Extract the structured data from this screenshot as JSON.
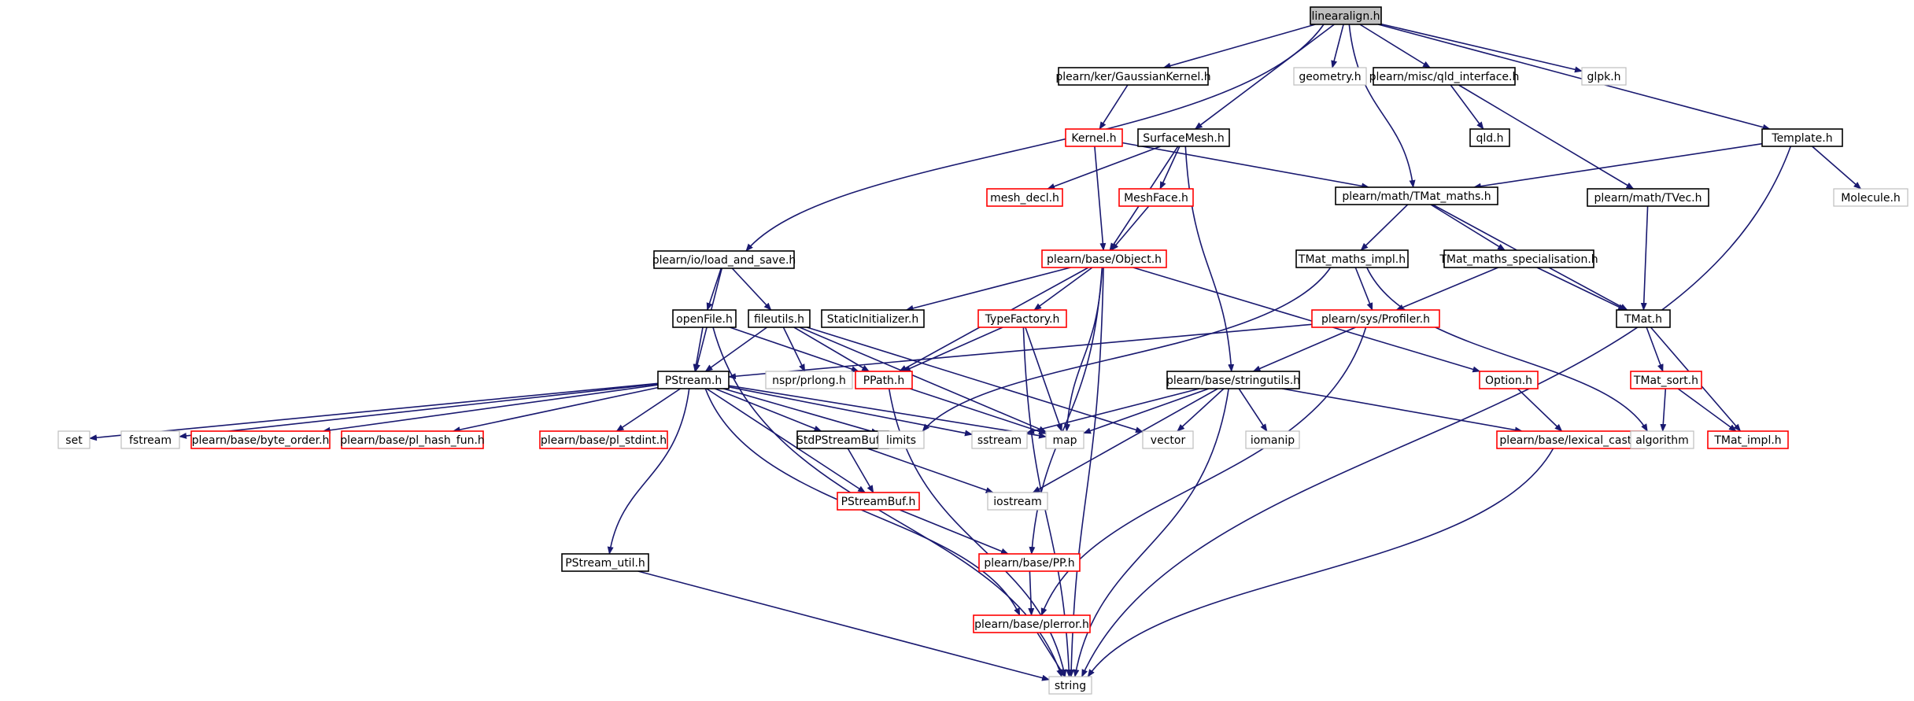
{
  "colors": {
    "edge": "#191970",
    "root_fill": "#bfbfbf",
    "normal_border": "#000000",
    "truncated_border": "#ff0000",
    "system_border": "#bfbfbf"
  },
  "nodes": [
    {
      "id": "linearalign",
      "label": "linearalign.h",
      "kind": "root"
    },
    {
      "id": "load_and_save",
      "label": "plearn/io/load_and_save.h",
      "kind": "normal"
    },
    {
      "id": "GaussianKernel",
      "label": "plearn/ker/GaussianKernel.h",
      "kind": "normal"
    },
    {
      "id": "SurfaceMesh",
      "label": "SurfaceMesh.h",
      "kind": "normal"
    },
    {
      "id": "geometry",
      "label": "geometry.h",
      "kind": "system"
    },
    {
      "id": "qld_interface",
      "label": "plearn/misc/qld_interface.h",
      "kind": "normal"
    },
    {
      "id": "glpk",
      "label": "glpk.h",
      "kind": "system"
    },
    {
      "id": "Template",
      "label": "Template.h",
      "kind": "normal"
    },
    {
      "id": "Kernel",
      "label": "Kernel.h",
      "kind": "truncated"
    },
    {
      "id": "qld",
      "label": "qld.h",
      "kind": "normal"
    },
    {
      "id": "mesh_decl",
      "label": "mesh_decl.h",
      "kind": "truncated"
    },
    {
      "id": "MeshFace",
      "label": "MeshFace.h",
      "kind": "truncated"
    },
    {
      "id": "TMat_maths",
      "label": "plearn/math/TMat_maths.h",
      "kind": "normal"
    },
    {
      "id": "TVec",
      "label": "plearn/math/TVec.h",
      "kind": "normal"
    },
    {
      "id": "Molecule",
      "label": "Molecule.h",
      "kind": "system"
    },
    {
      "id": "Object",
      "label": "plearn/base/Object.h",
      "kind": "truncated"
    },
    {
      "id": "TMat_maths_impl",
      "label": "TMat_maths_impl.h",
      "kind": "normal"
    },
    {
      "id": "TMat_maths_spec",
      "label": "TMat_maths_specialisation.h",
      "kind": "normal"
    },
    {
      "id": "openFile",
      "label": "openFile.h",
      "kind": "normal"
    },
    {
      "id": "fileutils",
      "label": "fileutils.h",
      "kind": "normal"
    },
    {
      "id": "StaticInitializer",
      "label": "StaticInitializer.h",
      "kind": "normal"
    },
    {
      "id": "TypeFactory",
      "label": "TypeFactory.h",
      "kind": "truncated"
    },
    {
      "id": "Profiler",
      "label": "plearn/sys/Profiler.h",
      "kind": "truncated"
    },
    {
      "id": "TMat",
      "label": "TMat.h",
      "kind": "normal"
    },
    {
      "id": "PStream",
      "label": "PStream.h",
      "kind": "normal"
    },
    {
      "id": "nspr_prlong",
      "label": "nspr/prlong.h",
      "kind": "system"
    },
    {
      "id": "PPath",
      "label": "PPath.h",
      "kind": "truncated"
    },
    {
      "id": "stringutils",
      "label": "plearn/base/stringutils.h",
      "kind": "normal"
    },
    {
      "id": "Option",
      "label": "Option.h",
      "kind": "truncated"
    },
    {
      "id": "TMat_sort",
      "label": "TMat_sort.h",
      "kind": "truncated"
    },
    {
      "id": "set",
      "label": "set",
      "kind": "system"
    },
    {
      "id": "fstream",
      "label": "fstream",
      "kind": "system"
    },
    {
      "id": "byte_order",
      "label": "plearn/base/byte_order.h",
      "kind": "truncated"
    },
    {
      "id": "pl_hash_fun",
      "label": "plearn/base/pl_hash_fun.h",
      "kind": "truncated"
    },
    {
      "id": "pl_stdint",
      "label": "plearn/base/pl_stdint.h",
      "kind": "truncated"
    },
    {
      "id": "StdPStreamBuf",
      "label": "StdPStreamBuf.h",
      "kind": "normal"
    },
    {
      "id": "limits",
      "label": "limits",
      "kind": "system"
    },
    {
      "id": "sstream",
      "label": "sstream",
      "kind": "system"
    },
    {
      "id": "map",
      "label": "map",
      "kind": "system"
    },
    {
      "id": "vector",
      "label": "vector",
      "kind": "system"
    },
    {
      "id": "iomanip",
      "label": "iomanip",
      "kind": "system"
    },
    {
      "id": "lexical_cast",
      "label": "plearn/base/lexical_cast.h",
      "kind": "truncated"
    },
    {
      "id": "algorithm",
      "label": "algorithm",
      "kind": "system"
    },
    {
      "id": "TMat_impl",
      "label": "TMat_impl.h",
      "kind": "truncated"
    },
    {
      "id": "iostream",
      "label": "iostream",
      "kind": "system"
    },
    {
      "id": "PStreamBuf",
      "label": "PStreamBuf.h",
      "kind": "truncated"
    },
    {
      "id": "PStream_util",
      "label": "PStream_util.h",
      "kind": "normal"
    },
    {
      "id": "PP",
      "label": "plearn/base/PP.h",
      "kind": "truncated"
    },
    {
      "id": "plerror",
      "label": "plearn/base/plerror.h",
      "kind": "truncated"
    },
    {
      "id": "string",
      "label": "string",
      "kind": "system"
    }
  ],
  "edges": [
    [
      "linearalign",
      "load_and_save"
    ],
    [
      "linearalign",
      "GaussianKernel"
    ],
    [
      "linearalign",
      "SurfaceMesh"
    ],
    [
      "linearalign",
      "geometry"
    ],
    [
      "linearalign",
      "qld_interface"
    ],
    [
      "linearalign",
      "glpk"
    ],
    [
      "linearalign",
      "Template"
    ],
    [
      "linearalign",
      "TMat_maths"
    ],
    [
      "GaussianKernel",
      "Kernel"
    ],
    [
      "Kernel",
      "TMat_maths"
    ],
    [
      "Kernel",
      "Object"
    ],
    [
      "SurfaceMesh",
      "mesh_decl"
    ],
    [
      "SurfaceMesh",
      "MeshFace"
    ],
    [
      "SurfaceMesh",
      "Object"
    ],
    [
      "SurfaceMesh",
      "stringutils"
    ],
    [
      "MeshFace",
      "Object"
    ],
    [
      "qld_interface",
      "qld"
    ],
    [
      "qld_interface",
      "TVec"
    ],
    [
      "Template",
      "TMat_maths"
    ],
    [
      "Template",
      "Molecule"
    ],
    [
      "Template",
      "string"
    ],
    [
      "TMat_maths",
      "TMat_maths_impl"
    ],
    [
      "TMat_maths",
      "TMat_maths_spec"
    ],
    [
      "TMat_maths",
      "TMat"
    ],
    [
      "TVec",
      "TMat"
    ],
    [
      "TMat_maths_impl",
      "Profiler"
    ],
    [
      "TMat_maths_impl",
      "limits"
    ],
    [
      "TMat_maths_impl",
      "algorithm"
    ],
    [
      "TMat_maths_spec",
      "Profiler"
    ],
    [
      "TMat_maths_spec",
      "TMat"
    ],
    [
      "load_and_save",
      "openFile"
    ],
    [
      "load_and_save",
      "fileutils"
    ],
    [
      "load_and_save",
      "PStream"
    ],
    [
      "openFile",
      "PStream"
    ],
    [
      "openFile",
      "PPath"
    ],
    [
      "openFile",
      "string"
    ],
    [
      "fileutils",
      "PStream"
    ],
    [
      "fileutils",
      "nspr_prlong"
    ],
    [
      "fileutils",
      "PPath"
    ],
    [
      "fileutils",
      "map"
    ],
    [
      "fileutils",
      "vector"
    ],
    [
      "Object",
      "StaticInitializer"
    ],
    [
      "Object",
      "TypeFactory"
    ],
    [
      "Object",
      "PPath"
    ],
    [
      "Object",
      "map"
    ],
    [
      "Object",
      "Option"
    ],
    [
      "Object",
      "PP"
    ],
    [
      "Object",
      "string"
    ],
    [
      "TypeFactory",
      "PPath"
    ],
    [
      "TypeFactory",
      "map"
    ],
    [
      "TypeFactory",
      "string"
    ],
    [
      "Profiler",
      "PStream"
    ],
    [
      "Profiler",
      "stringutils"
    ],
    [
      "Profiler",
      "plerror"
    ],
    [
      "TMat",
      "TMat_sort"
    ],
    [
      "TMat",
      "TMat_impl"
    ],
    [
      "TMat_sort",
      "algorithm"
    ],
    [
      "TMat_sort",
      "TMat_impl"
    ],
    [
      "Option",
      "lexical_cast"
    ],
    [
      "PStream",
      "set"
    ],
    [
      "PStream",
      "fstream"
    ],
    [
      "PStream",
      "byte_order"
    ],
    [
      "PStream",
      "pl_hash_fun"
    ],
    [
      "PStream",
      "pl_stdint"
    ],
    [
      "PStream",
      "StdPStreamBuf"
    ],
    [
      "PStream",
      "limits"
    ],
    [
      "PStream",
      "sstream"
    ],
    [
      "PStream",
      "map"
    ],
    [
      "PStream",
      "PStreamBuf"
    ],
    [
      "PStream",
      "PStream_util"
    ],
    [
      "PStream",
      "plerror"
    ],
    [
      "PPath",
      "map"
    ],
    [
      "PPath",
      "string"
    ],
    [
      "stringutils",
      "map"
    ],
    [
      "stringutils",
      "sstream"
    ],
    [
      "stringutils",
      "vector"
    ],
    [
      "stringutils",
      "iomanip"
    ],
    [
      "stringutils",
      "lexical_cast"
    ],
    [
      "stringutils",
      "iostream"
    ],
    [
      "stringutils",
      "string"
    ],
    [
      "StdPStreamBuf",
      "PStreamBuf"
    ],
    [
      "StdPStreamBuf",
      "iostream"
    ],
    [
      "PStreamBuf",
      "PP"
    ],
    [
      "PP",
      "plerror"
    ],
    [
      "plerror",
      "string"
    ],
    [
      "PStream_util",
      "string"
    ],
    [
      "lexical_cast",
      "string"
    ]
  ]
}
